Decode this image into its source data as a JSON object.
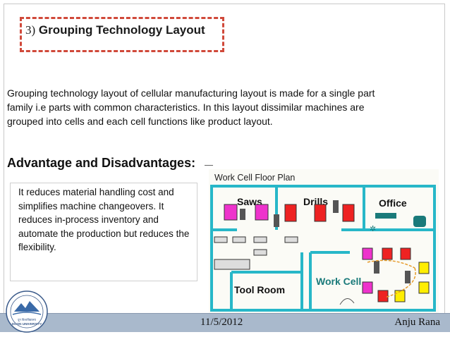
{
  "slide": {
    "title_number": "3)",
    "title_text": "Grouping Technology Layout",
    "body": "Grouping technology layout of cellular manufacturing layout is made for a single part family i.e parts with common characteristics. In this layout dissimilar machines are grouped into cells and each cell functions like product layout.",
    "advantage_heading": "Advantage and Disadvantages:",
    "advantage_body": "It reduces material handling cost and simplifies machine changeovers. It reduces in-process inventory and automate the production but reduces the flexibility."
  },
  "floor_plan": {
    "title": "Work Cell Floor Plan",
    "labels": {
      "saws": "Saws",
      "drills": "Drills",
      "office": "Office",
      "work_cell": "Work Cell",
      "tool_room": "Tool Room"
    },
    "colors": {
      "wall": "#27b7c8",
      "magenta": "#ee33cc",
      "red": "#ee2222",
      "yellow": "#ffee00",
      "floor": "#fbfbf6",
      "teal": "#1a7a7a",
      "path": "#e69a2a"
    }
  },
  "logo": {
    "text_line1": "दून विश्वविद्यालय",
    "text_line2": "DOON UNIVERSITY"
  },
  "footer": {
    "date": "11/5/2012",
    "author": "Anju Rana"
  }
}
